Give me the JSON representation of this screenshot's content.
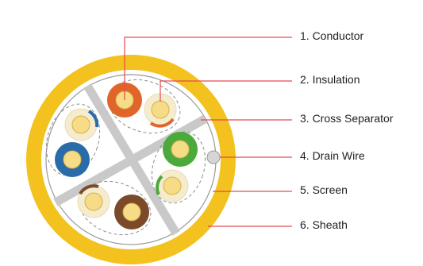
{
  "colors": {
    "sheath": "#f3c21f",
    "leader_line": "#e64a4f",
    "separator": "#c9c9c9",
    "background": "#ffffff"
  },
  "parts": [
    {
      "id": "conductor",
      "label": "1. Conductor"
    },
    {
      "id": "insulation",
      "label": "2. Insulation"
    },
    {
      "id": "cross-separator",
      "label": "3. Cross Separator"
    },
    {
      "id": "drain-wire",
      "label": "4. Drain Wire"
    },
    {
      "id": "screen",
      "label": "5. Screen"
    },
    {
      "id": "sheath",
      "label": "6. Sheath"
    }
  ],
  "pairs": [
    {
      "insulation_a": "#e0652a",
      "insulation_b": "#f4eccd",
      "stripe_b": "#e0652a"
    },
    {
      "insulation_a": "#2a6ca8",
      "insulation_b": "#f4eccd",
      "stripe_b": "#2a6ca8"
    },
    {
      "insulation_a": "#4caa3c",
      "insulation_b": "#f4eccd",
      "stripe_b": "#4caa3c"
    },
    {
      "insulation_a": "#7a4a2a",
      "insulation_b": "#f4eccd",
      "stripe_b": "#7a4a2a"
    }
  ]
}
